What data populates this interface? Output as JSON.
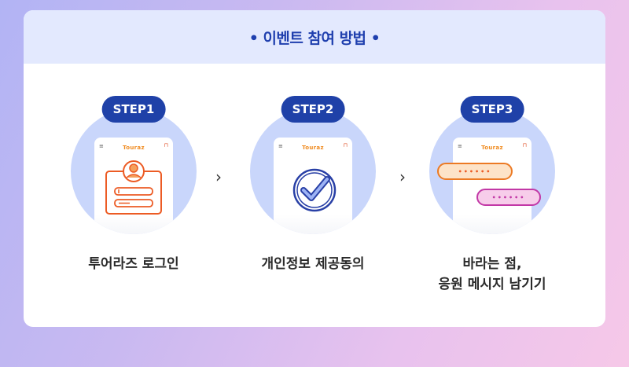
{
  "title": "• 이벤트 참여 방법 •",
  "steps": [
    {
      "badge": "STEP1",
      "label": "투어라즈 로그인",
      "icon": "user-login-form-icon"
    },
    {
      "badge": "STEP2",
      "label": "개인정보 제공동의",
      "icon": "check-circle-icon"
    },
    {
      "badge": "STEP3",
      "label_line1": "바라는 점,",
      "label_line2": "응원 메시지 남기기",
      "icon": "chat-bubbles-icon"
    }
  ],
  "phone": {
    "logo": "Touraz",
    "menu_icon": "≡",
    "lock_icon": "🔒"
  },
  "bubbles": {
    "first": "••••••",
    "second": "••••••"
  },
  "arrow": "›",
  "colors": {
    "badge": "#1f41a8",
    "title": "#1f3fae",
    "header_bg": "#e3e9fe",
    "circle": "#c9d6fb",
    "orange": "#ec5b24",
    "navy": "#2940a6",
    "pink": "#c238a6"
  }
}
